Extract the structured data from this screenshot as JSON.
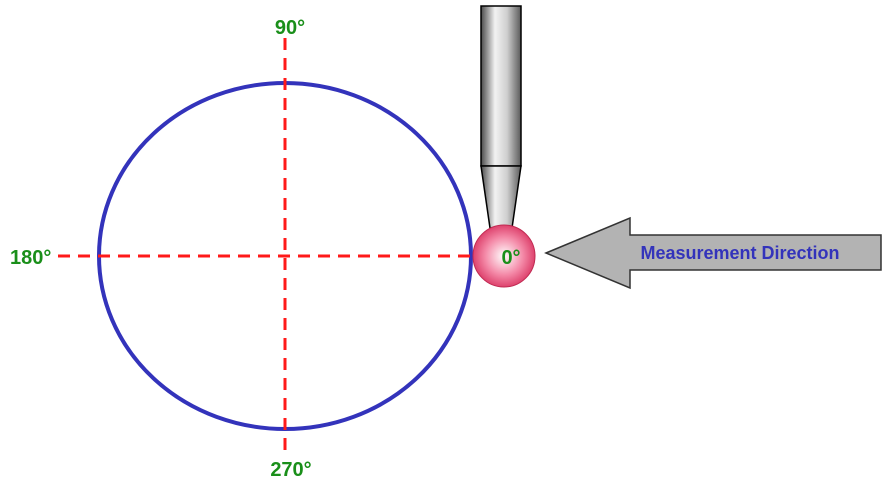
{
  "colors": {
    "circle_stroke": "#3333bb",
    "axis_dash": "#ff1a1a",
    "angle_label": "#1a8f1a",
    "arrow_label": "#3333bb",
    "arrow_fill": "#b3b3b3",
    "probe_ball": "#e8507a"
  },
  "labels": {
    "angle_90": "90°",
    "angle_180": "180°",
    "angle_270": "270°",
    "angle_0": "0°"
  },
  "arrow": {
    "label": "Measurement Direction"
  },
  "icons": {
    "probe": "stylus-probe-icon",
    "direction_arrow": "left-arrow-icon"
  }
}
